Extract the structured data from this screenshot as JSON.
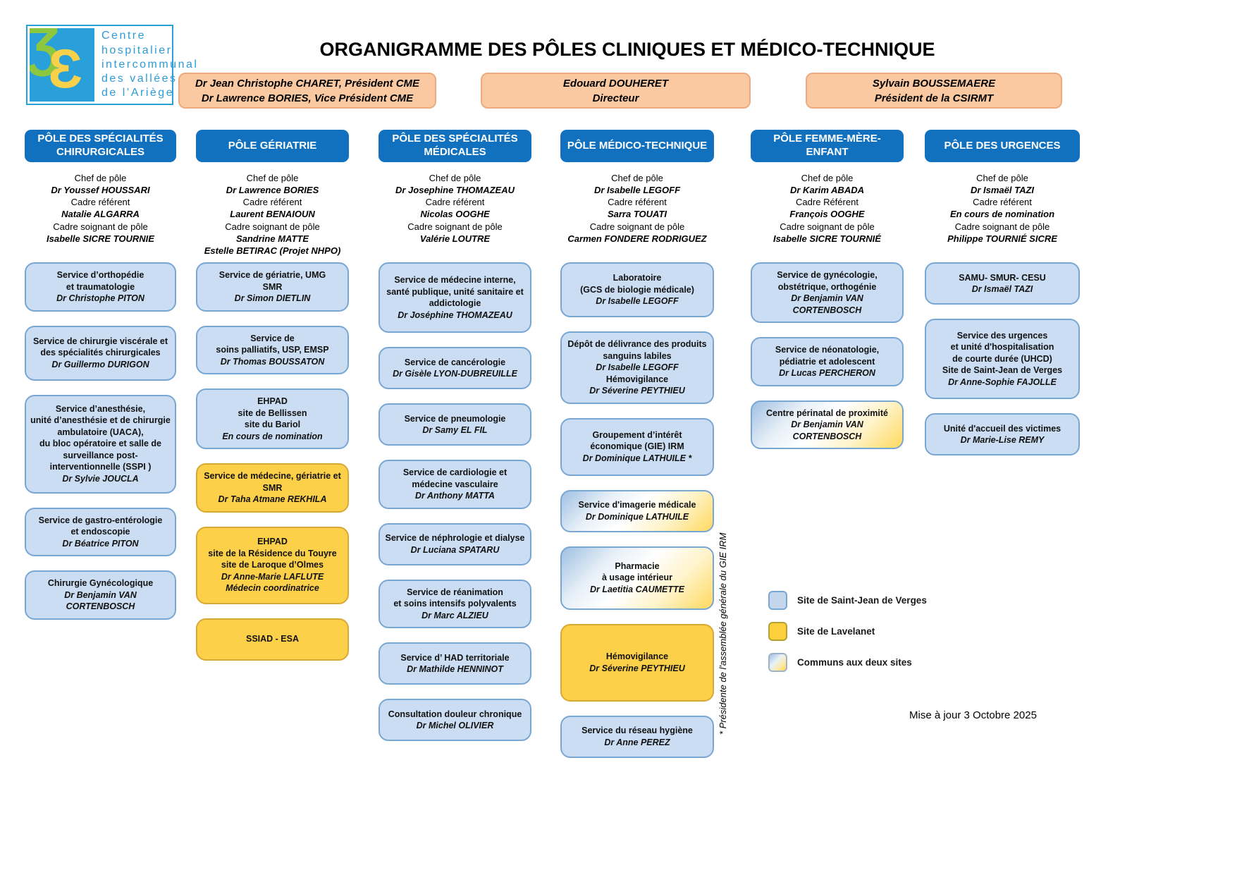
{
  "logo": {
    "lines": [
      "Centre",
      "hospitalier",
      "intercommunal",
      "des vallées",
      "de l’Ariège"
    ]
  },
  "title": "ORGANIGRAMME DES PÔLES CLINIQUES ET MÉDICO-TECHNIQUE",
  "executives": [
    {
      "lines": [
        "Dr Jean Christophe CHARET, Président CME",
        "Dr Lawrence BORIES, Vice Président CME"
      ]
    },
    {
      "lines": [
        "Edouard DOUHERET",
        "Directeur"
      ]
    },
    {
      "lines": [
        "Sylvain BOUSSEMAERE",
        "Président de la CSIRMT"
      ]
    }
  ],
  "colors": {
    "header_blue": "#1171BE",
    "box_blue": "#CBDDF2",
    "box_yellow": "#FDD04A",
    "exec_peach": "#FAC9A1",
    "logo_blue": "#2AA0DB",
    "logo_green": "#8DC63F"
  },
  "poles": [
    {
      "header": "PÔLE DES SPÉCIALITÉS CHIRURGICALES",
      "staff": [
        {
          "t": "Chef de pôle",
          "i": false
        },
        {
          "t": "Dr Youssef HOUSSARI",
          "i": true
        },
        {
          "t": "Cadre référent",
          "i": false
        },
        {
          "t": "Natalie ALGARRA",
          "i": true
        },
        {
          "t": "Cadre soignant de pôle",
          "i": false
        },
        {
          "t": "Isabelle SICRE TOURNIE",
          "i": true
        }
      ],
      "services": [
        {
          "color": "blue",
          "lines": [
            {
              "t": "Service d’orthopédie",
              "i": false
            },
            {
              "t": "et traumatologie",
              "i": false
            },
            {
              "t": "Dr Christophe PITON",
              "i": true
            }
          ]
        },
        {
          "color": "blue",
          "lines": [
            {
              "t": "Service de chirurgie viscérale et",
              "i": false
            },
            {
              "t": "des spécialités chirurgicales",
              "i": false
            },
            {
              "t": "Dr Guillermo DURIGON",
              "i": true
            }
          ]
        },
        {
          "color": "blue",
          "lines": [
            {
              "t": "Service d’anesthésie,",
              "i": false
            },
            {
              "t": "unité d’anesthésie et de chirurgie",
              "i": false
            },
            {
              "t": "ambulatoire (UACA),",
              "i": false
            },
            {
              "t": "du bloc opératoire et salle de",
              "i": false
            },
            {
              "t": "surveillance post-",
              "i": false
            },
            {
              "t": "interventionnelle (SSPI )",
              "i": false
            },
            {
              "t": "Dr Sylvie JOUCLA",
              "i": true
            }
          ]
        },
        {
          "color": "blue",
          "lines": [
            {
              "t": "Service de gastro-entérologie",
              "i": false
            },
            {
              "t": "et endoscopie",
              "i": false
            },
            {
              "t": "Dr Béatrice PITON",
              "i": true
            }
          ]
        },
        {
          "color": "blue",
          "lines": [
            {
              "t": "Chirurgie Gynécologique",
              "i": false
            },
            {
              "t": "Dr Benjamin VAN CORTENBOSCH",
              "i": true
            }
          ]
        }
      ]
    },
    {
      "header": "PÔLE GÉRIATRIE",
      "staff": [
        {
          "t": "Chef de pôle",
          "i": false
        },
        {
          "t": "Dr Lawrence BORIES",
          "i": true
        },
        {
          "t": "Cadre référent",
          "i": false
        },
        {
          "t": "Laurent BENAIOUN",
          "i": true
        },
        {
          "t": "Cadre soignant de pôle",
          "i": false
        },
        {
          "t": "Sandrine MATTE",
          "i": true
        },
        {
          "t": "Estelle BETIRAC (Projet NHPO)",
          "i": true
        }
      ],
      "services": [
        {
          "color": "blue",
          "lines": [
            {
              "t": "Service de gériatrie, UMG",
              "i": false
            },
            {
              "t": "SMR",
              "i": false
            },
            {
              "t": "Dr Simon DIETLIN",
              "i": true
            }
          ]
        },
        {
          "color": "blue",
          "lines": [
            {
              "t": "Service de",
              "i": false
            },
            {
              "t": "soins palliatifs, USP, EMSP",
              "i": false
            },
            {
              "t": "Dr Thomas BOUSSATON",
              "i": true
            }
          ]
        },
        {
          "color": "blue",
          "lines": [
            {
              "t": "EHPAD",
              "i": false
            },
            {
              "t": "site de Bellissen",
              "i": false
            },
            {
              "t": "site du Bariol",
              "i": false
            },
            {
              "t": "En cours de nomination",
              "i": true
            }
          ]
        },
        {
          "color": "yellow",
          "lines": [
            {
              "t": "Service de médecine, gériatrie et",
              "i": false
            },
            {
              "t": "SMR",
              "i": false
            },
            {
              "t": "Dr Taha Atmane REKHILA",
              "i": true
            }
          ]
        },
        {
          "color": "yellow",
          "lines": [
            {
              "t": "EHPAD",
              "i": false
            },
            {
              "t": "site de la Résidence du Touyre",
              "i": false
            },
            {
              "t": "site de Laroque d’Olmes",
              "i": false
            },
            {
              "t": "Dr Anne-Marie LAFLUTE",
              "i": true
            },
            {
              "t": "Médecin coordinatrice",
              "i": true
            }
          ]
        },
        {
          "color": "yellow",
          "lines": [
            {
              "t": "SSIAD - ESA",
              "i": false
            }
          ]
        }
      ]
    },
    {
      "header": "PÔLE DES SPÉCIALITÉS MÉDICALES",
      "staff": [
        {
          "t": "Chef de pôle",
          "i": false
        },
        {
          "t": "Dr Josephine THOMAZEAU",
          "i": true
        },
        {
          "t": "Cadre référent",
          "i": false
        },
        {
          "t": "Nicolas OOGHE",
          "i": true
        },
        {
          "t": "Cadre soignant de pôle",
          "i": false
        },
        {
          "t": "Valérie LOUTRE",
          "i": true
        }
      ],
      "services": [
        {
          "color": "blue",
          "lines": [
            {
              "t": "Service de médecine interne,",
              "i": false
            },
            {
              "t": "santé publique, unité sanitaire et",
              "i": false
            },
            {
              "t": "addictologie",
              "i": false
            },
            {
              "t": "Dr Joséphine THOMAZEAU",
              "i": true
            }
          ]
        },
        {
          "color": "blue",
          "lines": [
            {
              "t": "Service de cancérologie",
              "i": false
            },
            {
              "t": "Dr Gisèle LYON-DUBREUILLE",
              "i": true
            }
          ]
        },
        {
          "color": "blue",
          "lines": [
            {
              "t": "Service de pneumologie",
              "i": false
            },
            {
              "t": "Dr Samy EL FIL",
              "i": true
            }
          ]
        },
        {
          "color": "blue",
          "lines": [
            {
              "t": "Service de cardiologie et",
              "i": false
            },
            {
              "t": "médecine vasculaire",
              "i": false
            },
            {
              "t": "Dr Anthony MATTA",
              "i": true
            }
          ]
        },
        {
          "color": "blue",
          "lines": [
            {
              "t": "Service de néphrologie et dialyse",
              "i": false
            },
            {
              "t": "Dr Luciana SPATARU",
              "i": true
            }
          ]
        },
        {
          "color": "blue",
          "lines": [
            {
              "t": "Service de réanimation",
              "i": false
            },
            {
              "t": "et soins intensifs polyvalents",
              "i": false
            },
            {
              "t": "Dr Marc ALZIEU",
              "i": true
            }
          ]
        },
        {
          "color": "blue",
          "lines": [
            {
              "t": "Service d’ HAD territoriale",
              "i": false
            },
            {
              "t": "Dr Mathilde HENNINOT",
              "i": true
            }
          ]
        },
        {
          "color": "blue",
          "lines": [
            {
              "t": "Consultation douleur chronique",
              "i": false
            },
            {
              "t": "Dr Michel OLIVIER",
              "i": true
            }
          ]
        }
      ]
    },
    {
      "header": "PÔLE MÉDICO-TECHNIQUE",
      "staff": [
        {
          "t": "Chef de pôle",
          "i": false
        },
        {
          "t": "Dr Isabelle LEGOFF",
          "i": true
        },
        {
          "t": "Cadre référent",
          "i": false
        },
        {
          "t": "Sarra TOUATI",
          "i": true
        },
        {
          "t": "Cadre soignant de pôle",
          "i": false
        },
        {
          "t": "Carmen FONDERE RODRIGUEZ",
          "i": true
        }
      ],
      "services": [
        {
          "color": "blue",
          "lines": [
            {
              "t": "Laboratoire",
              "i": false
            },
            {
              "t": "(GCS de biologie médicale)",
              "i": false
            },
            {
              "t": "Dr Isabelle LEGOFF",
              "i": true
            }
          ]
        },
        {
          "color": "blue",
          "lines": [
            {
              "t": "Dépôt de délivrance des produits",
              "i": false
            },
            {
              "t": "sanguins labiles",
              "i": false
            },
            {
              "t": "Dr Isabelle LEGOFF",
              "i": true
            },
            {
              "t": "Hémovigilance",
              "i": false
            },
            {
              "t": "Dr Séverine PEYTHIEU",
              "i": true
            }
          ]
        },
        {
          "color": "blue",
          "lines": [
            {
              "t": "Groupement d’intérêt",
              "i": false
            },
            {
              "t": "économique (GIE) IRM",
              "i": false
            },
            {
              "t": "Dr Dominique LATHUILE *",
              "i": true
            }
          ]
        },
        {
          "color": "mixed",
          "lines": [
            {
              "t": "Service d'imagerie médicale",
              "i": false
            },
            {
              "t": "Dr Dominique LATHUILE",
              "i": true
            }
          ]
        },
        {
          "color": "mixed",
          "lines": [
            {
              "t": "Pharmacie",
              "i": false
            },
            {
              "t": "à usage intérieur",
              "i": false
            },
            {
              "t": "Dr Laetitia CAUMETTE",
              "i": true
            }
          ]
        },
        {
          "color": "yellow",
          "lines": [
            {
              "t": "Hémovigilance",
              "i": false
            },
            {
              "t": "Dr Séverine PEYTHIEU",
              "i": true
            }
          ]
        },
        {
          "color": "blue",
          "lines": [
            {
              "t": "Service du réseau hygiène",
              "i": false
            },
            {
              "t": "Dr Anne PEREZ",
              "i": true
            }
          ]
        }
      ]
    },
    {
      "header": "PÔLE FEMME-MÈRE-ENFANT",
      "staff": [
        {
          "t": "Chef de pôle",
          "i": false
        },
        {
          "t": "Dr Karim ABADA",
          "i": true
        },
        {
          "t": "Cadre Référent",
          "i": false
        },
        {
          "t": "François OOGHE",
          "i": true
        },
        {
          "t": "Cadre soignant de pôle",
          "i": false
        },
        {
          "t": "Isabelle SICRE TOURNIÉ",
          "i": true
        }
      ],
      "services": [
        {
          "color": "blue",
          "lines": [
            {
              "t": "Service de gynécologie,",
              "i": false
            },
            {
              "t": "obstétrique, orthogénie",
              "i": false
            },
            {
              "t": "Dr Benjamin VAN CORTENBOSCH",
              "i": true
            }
          ]
        },
        {
          "color": "blue",
          "lines": [
            {
              "t": "Service de néonatologie,",
              "i": false
            },
            {
              "t": "pédiatrie et adolescent",
              "i": false
            },
            {
              "t": "Dr Lucas PERCHERON",
              "i": true
            }
          ]
        },
        {
          "color": "mixed",
          "lines": [
            {
              "t": "Centre périnatal de proximité",
              "i": false
            },
            {
              "t": "Dr Benjamin VAN CORTENBOSCH",
              "i": true
            }
          ]
        }
      ]
    },
    {
      "header": "PÔLE DES URGENCES",
      "staff": [
        {
          "t": "Chef de pôle",
          "i": false
        },
        {
          "t": "Dr Ismaël TAZI",
          "i": true
        },
        {
          "t": "Cadre référent",
          "i": false
        },
        {
          "t": "En cours de nomination",
          "i": true
        },
        {
          "t": "Cadre soignant de pôle",
          "i": false
        },
        {
          "t": "Philippe TOURNIÉ SICRE",
          "i": true
        }
      ],
      "services": [
        {
          "color": "blue",
          "lines": [
            {
              "t": "SAMU- SMUR- CESU",
              "i": false
            },
            {
              "t": "Dr Ismaël TAZI",
              "i": true
            }
          ]
        },
        {
          "color": "blue",
          "lines": [
            {
              "t": "Service des urgences",
              "i": false
            },
            {
              "t": "et unité d'hospitalisation",
              "i": false
            },
            {
              "t": "de courte durée (UHCD)",
              "i": false
            },
            {
              "t": "Site de Saint-Jean de Verges",
              "i": false
            },
            {
              "t": "Dr Anne-Sophie FAJOLLE",
              "i": true
            }
          ]
        },
        {
          "color": "blue",
          "lines": [
            {
              "t": "Unité d'accueil des victimes",
              "i": false
            },
            {
              "t": "Dr Marie-Lise REMY",
              "i": true
            }
          ]
        }
      ]
    }
  ],
  "legend": {
    "items": [
      {
        "label": "Site de Saint-Jean de Verges",
        "color": "blue"
      },
      {
        "label": "Site de Lavelanet",
        "color": "yellow"
      },
      {
        "label": "Communs aux deux sites",
        "color": "mixed"
      }
    ]
  },
  "footnote": "* Présidente de l'assemblée générale du GIE IRM",
  "updated": "Mise à jour 3 Octobre 2025"
}
